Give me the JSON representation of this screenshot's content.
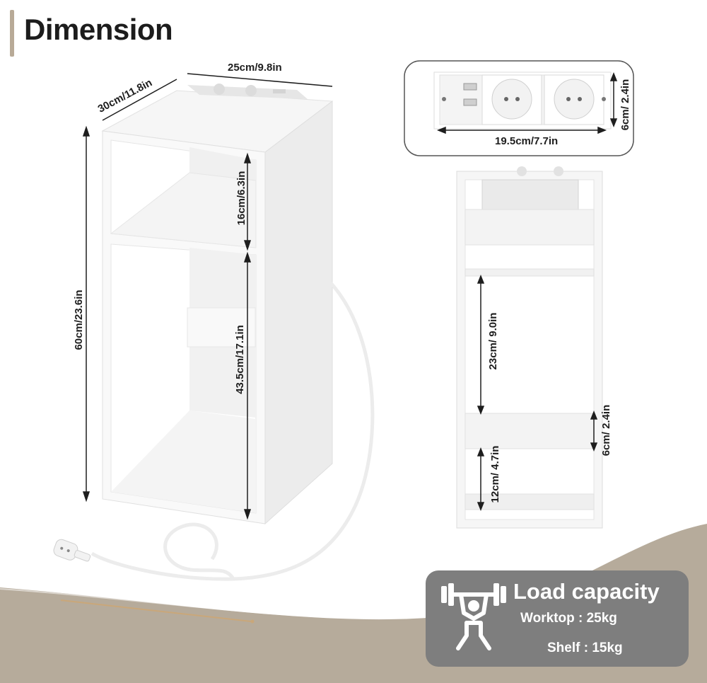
{
  "title": "Dimension",
  "dimensions": {
    "width_top": "25cm/9.8in",
    "depth_top": "30cm/11.8in",
    "height_total": "60cm/23.6in",
    "upper_compartment": "16cm/6.3in",
    "lower_compartment": "43.5cm/17.1in",
    "socket_width": "19.5cm/7.7in",
    "socket_height": "6cm/ 2.4in",
    "front_middle": "23cm/ 9.0in",
    "front_bar": "6cm/ 2.4in",
    "front_bottom": "12cm/ 4.7in"
  },
  "load": {
    "title": "Load capacity",
    "worktop": "Worktop : 25kg",
    "shelf": "Shelf : 15kg",
    "icon": "weightlifter-icon"
  },
  "colors": {
    "accent": "#b8aa97",
    "box": "#7e7e7e",
    "text": "#1c1c1c"
  }
}
